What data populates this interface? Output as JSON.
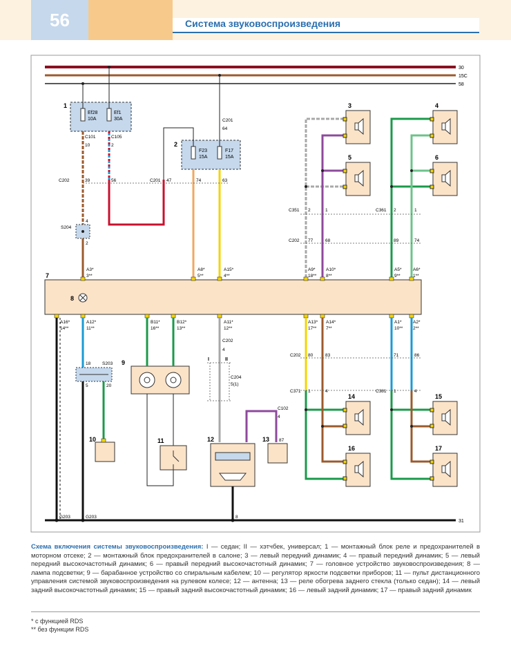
{
  "header": {
    "page_number": "56",
    "title": "Система звуковоспроизведения"
  },
  "rails": {
    "r30": "30",
    "r15c": "15C",
    "r58": "58",
    "r31": "31"
  },
  "fuse_block_1": {
    "id": "1",
    "f1": "Ef28",
    "f1a": "10A",
    "f2": "Ef1",
    "f2a": "30A",
    "c101": "C101",
    "c105": "C105",
    "p10": "10",
    "p2": "2"
  },
  "fuse_block_2": {
    "id": "2",
    "f1": "F23",
    "f1a": "15A",
    "f2": "F17",
    "f2a": "15A",
    "c201": "C201",
    "p64": "64"
  },
  "connectors": {
    "c202_top": "C202",
    "c201_mid": "C201",
    "c202_mid": "C202",
    "c202_low": "C202",
    "c202_ant": "C202",
    "c204": "C204",
    "c102": "C102",
    "c351": "C351",
    "c361": "C361",
    "c371": "C371",
    "c381": "C381",
    "s204": "S204",
    "s203": "S203",
    "g203a": "G203",
    "g203b": "G203"
  },
  "pins": {
    "p39": "39",
    "p56": "56",
    "p47": "47",
    "p74a": "74",
    "p63": "63",
    "p4": "4",
    "p2b": "2",
    "a3": "A3*",
    "a3b": "3**",
    "a8": "A8*",
    "a8b": "5**",
    "a15": "A15*",
    "a15b": "4**",
    "a9": "A9*",
    "a9b": "18**",
    "a10": "A10*",
    "a10b": "8**",
    "a5": "A5*",
    "a5b": "9**",
    "a6": "A6*",
    "a6b": "1**",
    "c351_2": "2",
    "c351_1": "1",
    "c361_2": "2",
    "c361_1": "1",
    "p77": "77",
    "p68": "68",
    "p89": "89",
    "p74b": "74",
    "a16": "A16*",
    "a16b": "14**",
    "a12": "A12*",
    "a12b": "11**",
    "b11": "B11*",
    "b11b": "16**",
    "b12": "B12*",
    "b12b": "13**",
    "a11": "A11*",
    "a11b": "12**",
    "a13": "A13*",
    "a13b": "17**",
    "a14": "A14*",
    "a14b": "7**",
    "a1": "A1*",
    "a1b": "10**",
    "a2": "A2*",
    "a2b": "2**",
    "p18": "18",
    "p5": "5",
    "p20": "20",
    "p4ant": "4",
    "p51": "5(1)",
    "p80": "80",
    "p83": "83",
    "p71": "71",
    "p86": "86",
    "c371_1": "1",
    "c371_4": "4",
    "c381_1": "1",
    "c381_4": "4",
    "p8": "8",
    "p87": "87",
    "p4c": "4",
    "roman1": "I",
    "roman2": "II"
  },
  "components": {
    "c3": "3",
    "c4": "4",
    "c5": "5",
    "c6": "6",
    "c7": "7",
    "c8": "8",
    "c9": "9",
    "c10": "10",
    "c11": "11",
    "c12": "12",
    "c13": "13",
    "c14": "14",
    "c15": "15",
    "c16": "16",
    "c17": "17"
  },
  "caption": {
    "title": "Схема включения системы звуковоспроизведения:",
    "text": " I — седан; II — хэтчбек, универсал; 1 — монтажный блок реле и предохранителей в моторном отсеке; 2 — монтажный блок предохранителей в салоне; 3 — левый передний динамик; 4 — правый передний динамик; 5 — левый передний высокочастотный динамик; 6 — правый передний высокочастотный динамик; 7 — головное устройство звуковоспроизведения; 8 — лампа подсветки; 9 — барабанное устройство со спиральным кабелем; 10 — регулятор яркости подсветки приборов; 11 — пульт дистанционного управления системой звуковоспроизведения на рулевом колесе; 12 — антенна; 13 — реле обогрева заднего стекла (только седан); 14 — левый задний высокочастотный динамик; 15 — правый задний высокочастотный динамик; 16 — левый задний динамик; 17 — правый задний динамик"
  },
  "footnotes": {
    "f1": "* с функцией RDS",
    "f2": "** без функции RDS"
  },
  "colors": {
    "red": "#c8102e",
    "brown": "#9b5a2c",
    "orange": "#f0a860",
    "yellow": "#f4d400",
    "violet": "#8e4a9c",
    "grey": "#a8a8a8",
    "green": "#1a9a4a",
    "lightgreen": "#6cc38a",
    "blue": "#1a9ad6",
    "black": "#1a1a1a",
    "component_fill": "#fbe3c8",
    "fuse_fill": "#c5d8ec"
  }
}
